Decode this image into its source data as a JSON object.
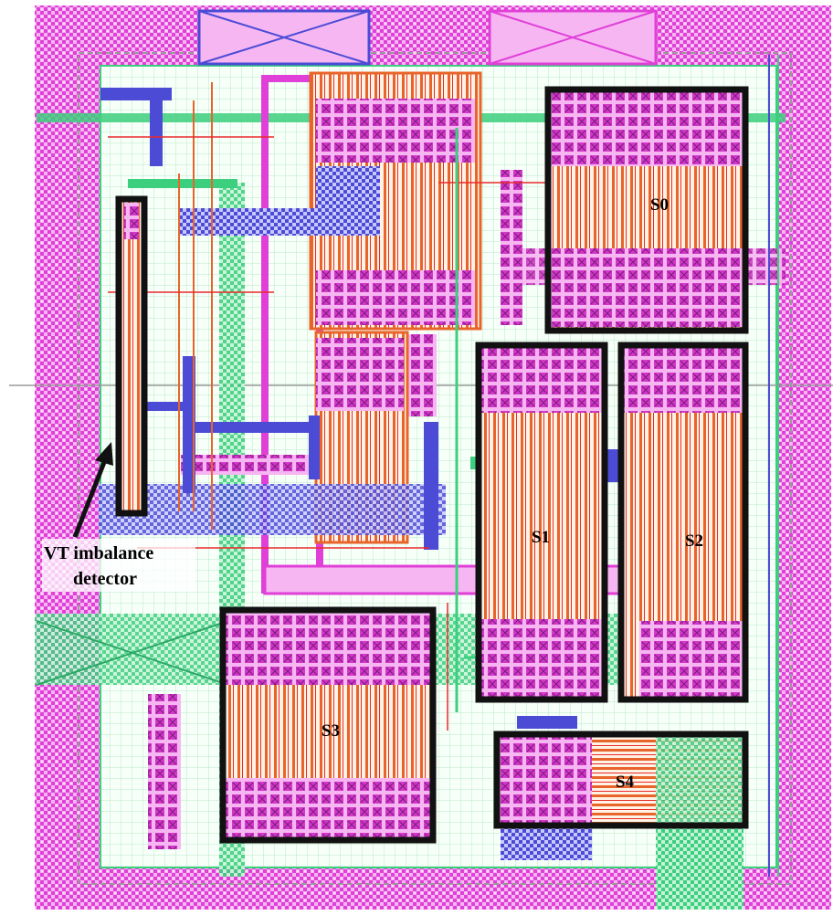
{
  "labels": {
    "s0": "S0",
    "s1": "S1",
    "s2": "S2",
    "s3": "S3",
    "s4": "S4",
    "detector_line1": "VT imbalance",
    "detector_line2": "detector"
  },
  "colors": {
    "magenta": "#e844e0",
    "magenta_light": "#f4a8f0",
    "orange": "#f07a2a",
    "orange_light": "#ffd9b8",
    "green": "#33d07a",
    "green_light": "#a8ecc4",
    "blue": "#4b4bd6",
    "red": "#e82a2a",
    "box": "#111111"
  }
}
